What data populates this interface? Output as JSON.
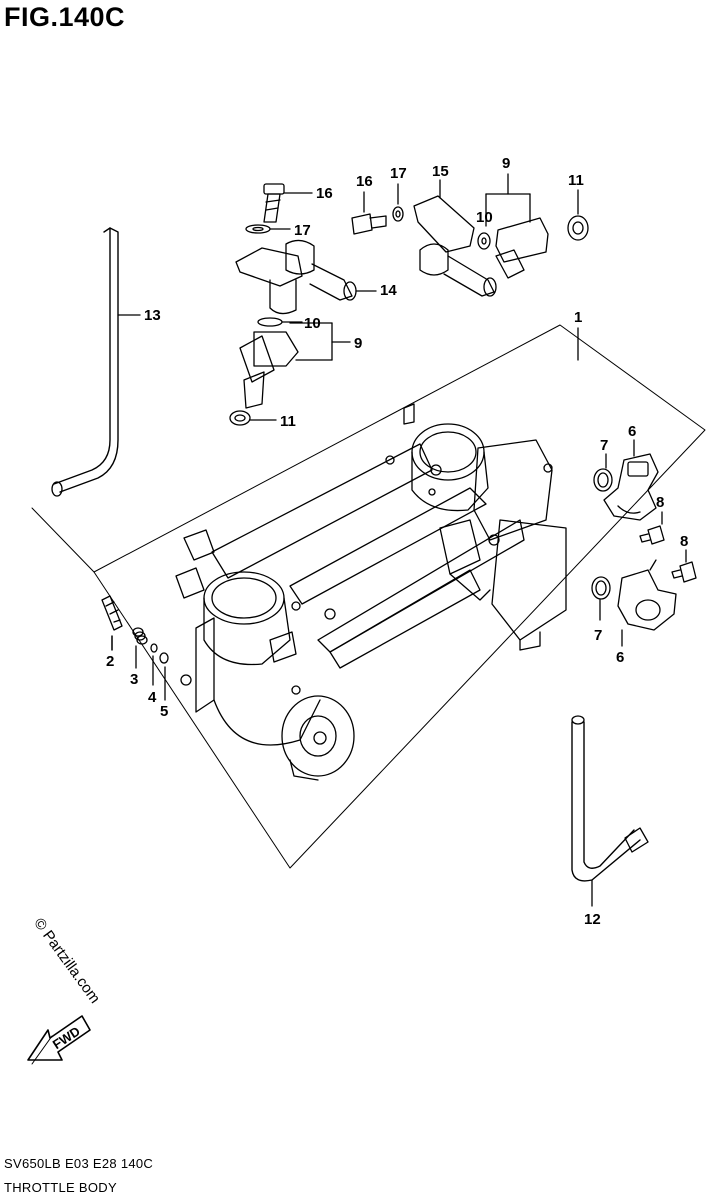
{
  "figure": {
    "title": "FIG.140C",
    "diagram_code": "SV650LB  E03  E28  140C",
    "diagram_name": "THROTTLE BODY",
    "watermark": "© Partzilla.com",
    "direction_label": "FWD"
  },
  "callouts": [
    {
      "id": "c1",
      "label": "1"
    },
    {
      "id": "c2",
      "label": "2"
    },
    {
      "id": "c3",
      "label": "3"
    },
    {
      "id": "c4",
      "label": "4"
    },
    {
      "id": "c5",
      "label": "5"
    },
    {
      "id": "c6a",
      "label": "6"
    },
    {
      "id": "c6b",
      "label": "6"
    },
    {
      "id": "c7a",
      "label": "7"
    },
    {
      "id": "c7b",
      "label": "7"
    },
    {
      "id": "c8a",
      "label": "8"
    },
    {
      "id": "c8b",
      "label": "8"
    },
    {
      "id": "c9a",
      "label": "9"
    },
    {
      "id": "c9b",
      "label": "9"
    },
    {
      "id": "c10a",
      "label": "10"
    },
    {
      "id": "c10b",
      "label": "10"
    },
    {
      "id": "c11a",
      "label": "11"
    },
    {
      "id": "c11b",
      "label": "11"
    },
    {
      "id": "c12",
      "label": "12"
    },
    {
      "id": "c13",
      "label": "13"
    },
    {
      "id": "c14",
      "label": "14"
    },
    {
      "id": "c15",
      "label": "15"
    },
    {
      "id": "c16a",
      "label": "16"
    },
    {
      "id": "c16b",
      "label": "16"
    },
    {
      "id": "c17a",
      "label": "17"
    },
    {
      "id": "c17b",
      "label": "17"
    }
  ]
}
